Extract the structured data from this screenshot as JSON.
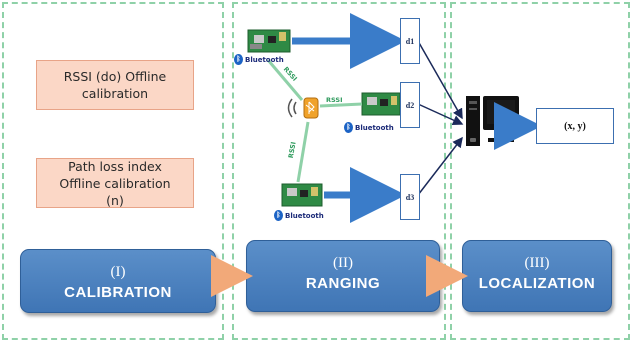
{
  "calibration_panel": {
    "rssi_box": "RSSI (do) Offline calibration",
    "pathloss_box": "Path loss index Offline calibration (n)"
  },
  "stages": {
    "calibration": {
      "num": "(I)",
      "name": "CALIBRATION"
    },
    "ranging": {
      "num": "(II)",
      "name": "RANGING"
    },
    "localization": {
      "num": "(III)",
      "name": "LOCALIZATION"
    }
  },
  "ranging_panel": {
    "bluetooth_label": "Bluetooth",
    "rssi_label": "RSSI",
    "distances": [
      "d1",
      "d2",
      "d3"
    ]
  },
  "localization_panel": {
    "output": "(x, y)"
  },
  "colors": {
    "panel_border": "#8fd1a8",
    "stage_blue": "#4a80bf",
    "orange_box": "#fbd7c6",
    "arrow_blue": "#3a7cc9",
    "connector_orange": "#f2a979",
    "link_green": "#8fd1a8"
  },
  "icons": [
    "raspberry-pi-board-icon",
    "bluetooth-icon",
    "mobile-beacon-icon",
    "computer-icon"
  ]
}
